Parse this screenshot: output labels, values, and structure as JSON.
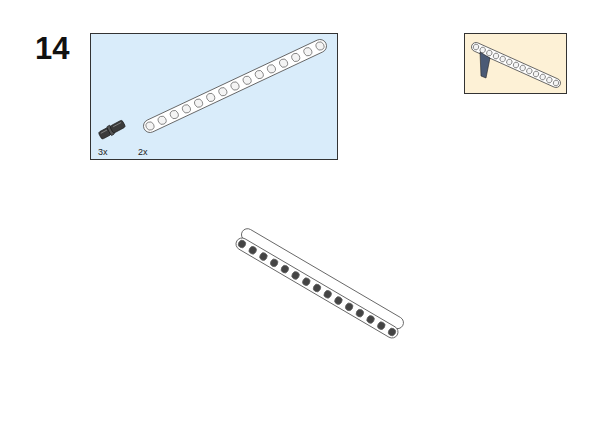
{
  "diagram": {
    "nodes": [
      {
        "text": [
          "3x",
          "2x"
        ]
      }
    ],
    "labels": [
      "14"
    ]
  }
}
